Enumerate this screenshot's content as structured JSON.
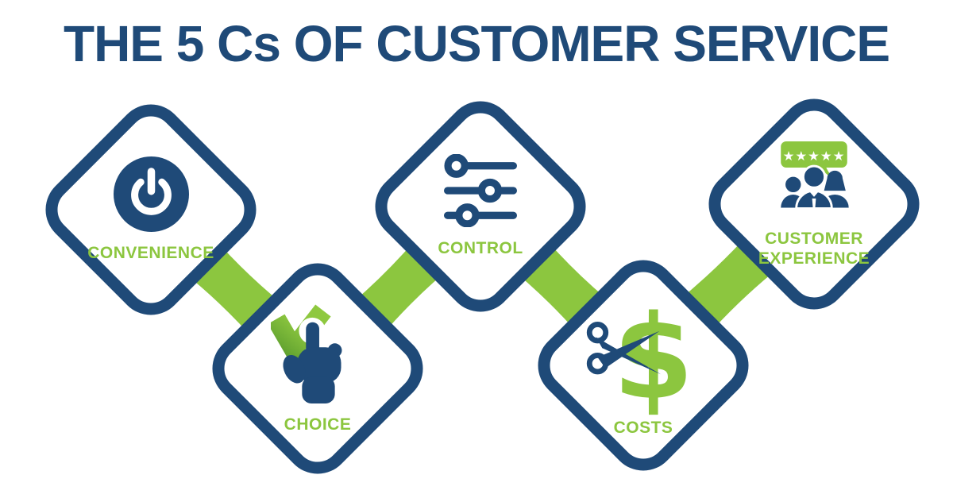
{
  "title": "THE 5 Cs OF CUSTOMER SERVICE",
  "colors": {
    "navy": "#1F4A78",
    "green": "#8CC63F",
    "background": "#FFFFFF"
  },
  "nodes": [
    {
      "label": "CONVENIENCE",
      "icon": "power-icon"
    },
    {
      "label": "CHOICE",
      "icon": "tap-checkmark-icon"
    },
    {
      "label": "CONTROL",
      "icon": "sliders-icon"
    },
    {
      "label": "COSTS",
      "icon": "scissors-cutting-dollar-icon"
    },
    {
      "label": "CUSTOMER EXPERIENCE",
      "label_line1": "CUSTOMER",
      "label_line2": "EXPERIENCE",
      "icon": "people-five-star-review-icon"
    }
  ],
  "icon_text": {
    "stars": "★★★★★",
    "dollar": "$"
  }
}
